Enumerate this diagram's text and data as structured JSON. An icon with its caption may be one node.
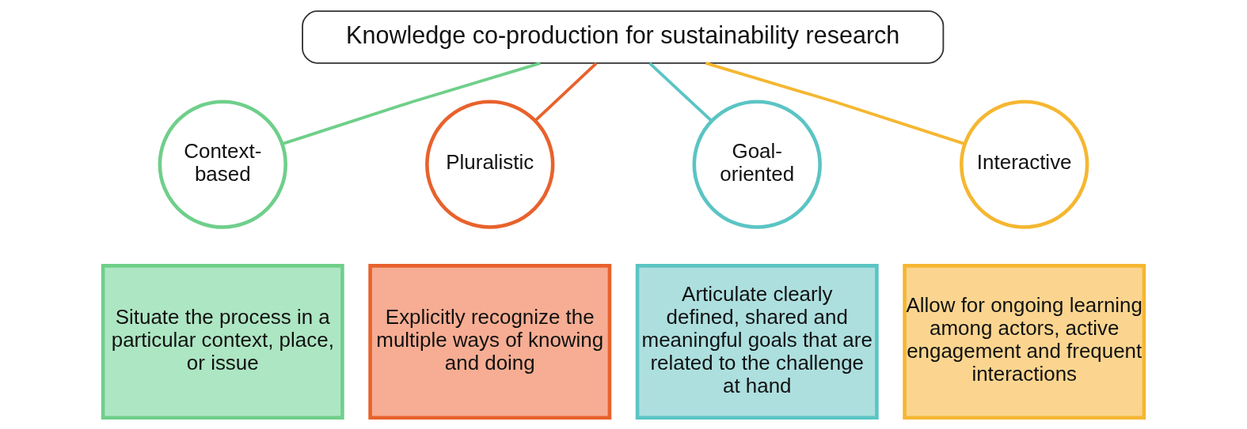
{
  "diagram": {
    "nodes": [
      {
        "text": [
          "Knowledge co-production for sustainability research"
        ]
      },
      {
        "text": [
          "Context-based"
        ]
      },
      {
        "text": [
          "Situate the process in a particular context, place, or issue"
        ]
      },
      {
        "text": [
          "Pluralistic"
        ]
      },
      {
        "text": [
          "Explicitly recognize the multiple ways of knowing and doing"
        ]
      },
      {
        "text": [
          "Goal-oriented"
        ]
      },
      {
        "text": [
          "Articulate clearly defined, shared and meaningful goals that are related to the challenge at hand"
        ]
      },
      {
        "text": [
          "Interactive"
        ]
      },
      {
        "text": [
          "Allow for ongoing learning among actors, active engagement and frequent interactions"
        ]
      }
    ],
    "edges": [
      {
        "from": 0,
        "to": 1,
        "arrow": "none",
        "color": "#6fcf8a"
      },
      {
        "from": 0,
        "to": 3,
        "arrow": "none",
        "color": "#e8622c"
      },
      {
        "from": 0,
        "to": 5,
        "arrow": "none",
        "color": "#5bc4c4"
      },
      {
        "from": 0,
        "to": 7,
        "arrow": "none",
        "color": "#f5b731"
      }
    ]
  }
}
